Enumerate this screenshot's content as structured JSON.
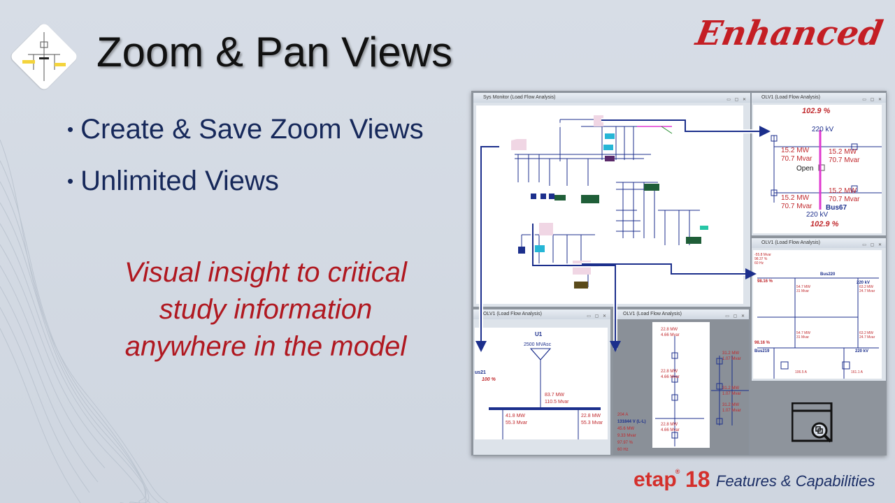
{
  "title": "Zoom & Pan Views",
  "badge": "Enhanced",
  "bullets": [
    "Create & Save Zoom Views",
    "Unlimited Views"
  ],
  "tagline": [
    "Visual insight to critical",
    "study information",
    "anywhere in the model"
  ],
  "footer": {
    "brand": "etap",
    "version": "18",
    "caption": "Features & Capabilities"
  },
  "windows": {
    "main": {
      "title": "Sys Monitor (Load Flow Analysis)"
    },
    "top_right": {
      "title": "OLV1 (Load Flow Analysis)",
      "labels": {
        "pct_top": "102.9 %",
        "kv_top": "220 kV",
        "mw_left_top": "15.2 MW",
        "mvar_left_top": "70.7 Mvar",
        "mw_right_top": "15.2 MW",
        "mvar_right_top": "70.7 Mvar",
        "open": "Open",
        "mw_left_bot": "15.2 MW",
        "mvar_left_bot": "70.7 Mvar",
        "mw_right_bot": "15.2 MW",
        "mvar_right_bot": "70.7 Mvar",
        "bus": "Bus67",
        "kv_bot": "220 kV",
        "pct_bot": "102.9 %"
      }
    },
    "mid_right": {
      "title": "OLV1 (Load Flow Analysis)",
      "labels": {
        "bus_top": "Bus220",
        "kv_top": "220 kV",
        "pct_left": "98.16 %",
        "bus_bot": "Bus219",
        "kv_bot": "220 kV",
        "pct_left_bot": "98.16 %"
      }
    },
    "bottom_left": {
      "title": "OLV1 (Load Flow Analysis)",
      "labels": {
        "gen": "U1",
        "rating": "2500 MVAsc",
        "bus": "us21",
        "pct": "100 %",
        "mw_center": "83.7 MW",
        "mvar_center": "110.5 Mvar",
        "mw_left": "41.8 MW",
        "mvar_left": "55.3 Mvar",
        "mw_right": "22.8 MW",
        "mvar_right": "55.3 Mvar"
      }
    },
    "bottom_mid": {
      "title": "OLV1 (Load Flow Analysis)",
      "labels": {
        "amp": "204 A",
        "volt": "131844 V (L-L)",
        "mw": "45.6 MW",
        "mvar": "9.33 Mvar",
        "pf": "97.97 %",
        "hz": "60 Hz",
        "c1_mw": "22.8 MW",
        "c1_mvar": "4.66 Mvar",
        "c2_mw": "22.8 MW",
        "c2_mvar": "4.66 Mvar",
        "c3_mw": "22.8 MW",
        "c3_mvar": "4.66 Mvar",
        "r1_mw": "31.2 MW",
        "r1_mvar": "1.07 Mvar",
        "r2_mw": "31.2 MW",
        "r2_mvar": "1.07 Mvar",
        "r3_mw": "31.2 MW",
        "r3_mvar": "1.07 Mvar"
      }
    }
  },
  "colors": {
    "accent_red": "#c41e24",
    "bullet_navy": "#16285a",
    "diagram_blue": "#1c2f8c",
    "diagram_red": "#c0282c",
    "highlight_magenta": "#e03ad0"
  },
  "icons": [
    "zoom-window-icon",
    "one-line-diagram-logo"
  ]
}
